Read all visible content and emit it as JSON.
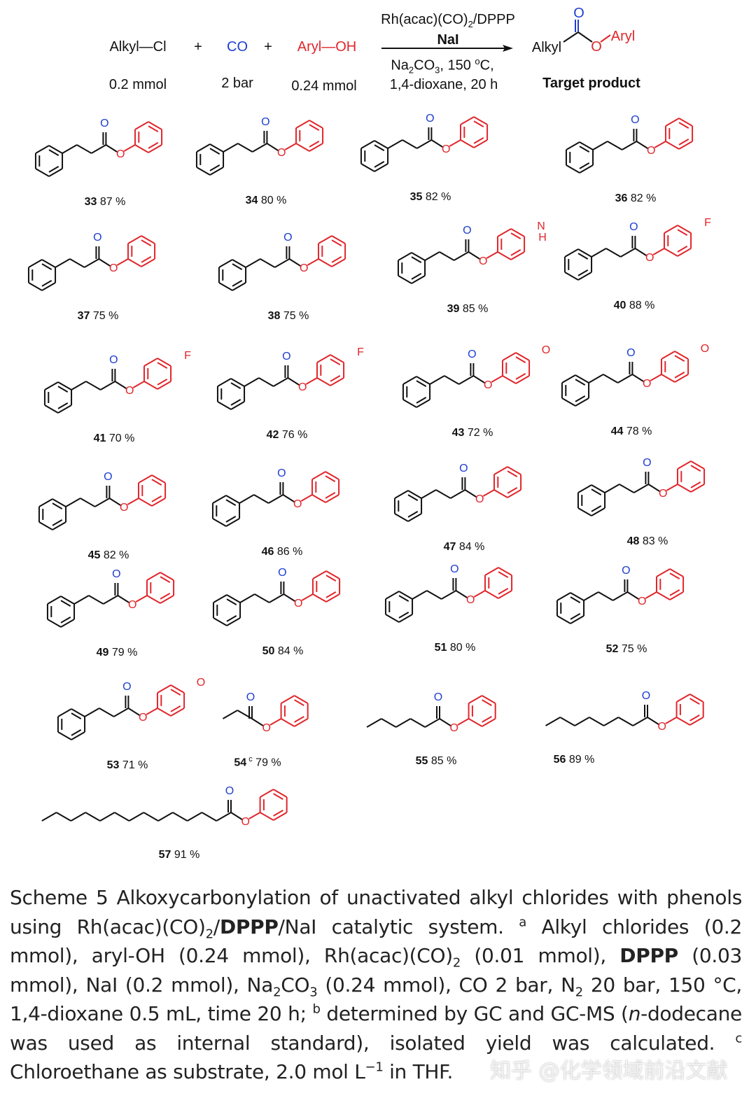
{
  "colors": {
    "aryl": "#e0262b",
    "co": "#1f3fd0",
    "skeleton": "#111111"
  },
  "reaction": {
    "reactant1": "Alkyl—Cl",
    "plus1": "+",
    "reactant2": "CO",
    "plus2": "+",
    "reactant3": "Aryl—OH",
    "amount1": "0.2 mmol",
    "amount2": "2 bar",
    "amount3": "0.24 mmol",
    "catalyst": "Rh(acac)(CO)",
    "catalyst_sub": "2",
    "catalyst_tail": "/DPPP",
    "additive": "NaI",
    "base": "Na",
    "base_sub": "2",
    "base_mid": "CO",
    "base_sub2": "3",
    "base_tail": ", 150 ",
    "temp_sup": "o",
    "temp_unit": "C,",
    "solvent": "1,4-dioxane, 20 h",
    "product_alkyl": "Alkyl",
    "product_o_carbonyl": "O",
    "product_o_ester": "O",
    "product_aryl": "Aryl",
    "product_label": "Target product"
  },
  "compounds": [
    {
      "id": "33",
      "yield": "87 %",
      "kind": "ph"
    },
    {
      "id": "34",
      "yield": "80 %",
      "kind": "ph"
    },
    {
      "id": "35",
      "yield": "82 %",
      "kind": "ph"
    },
    {
      "id": "36",
      "yield": "82 %",
      "kind": "ph"
    },
    {
      "id": "37",
      "yield": "75 %",
      "kind": "ph"
    },
    {
      "id": "38",
      "yield": "75 %",
      "kind": "ph"
    },
    {
      "id": "39",
      "yield": "85 %",
      "kind": "ph",
      "atoms": [
        "N",
        "H"
      ]
    },
    {
      "id": "40",
      "yield": "88 %",
      "kind": "ph",
      "atoms": [
        "F"
      ]
    },
    {
      "id": "41",
      "yield": "70 %",
      "kind": "ph",
      "atoms": [
        "F"
      ]
    },
    {
      "id": "42",
      "yield": "76 %",
      "kind": "ph",
      "atoms": [
        "F"
      ]
    },
    {
      "id": "43",
      "yield": "72 %",
      "kind": "ph",
      "atoms": [
        "O"
      ]
    },
    {
      "id": "44",
      "yield": "78 %",
      "kind": "ph",
      "atoms": [
        "O"
      ]
    },
    {
      "id": "45",
      "yield": "82 %",
      "kind": "ph"
    },
    {
      "id": "46",
      "yield": "86 %",
      "kind": "ph"
    },
    {
      "id": "47",
      "yield": "84 %",
      "kind": "ph"
    },
    {
      "id": "48",
      "yield": "83 %",
      "kind": "ph"
    },
    {
      "id": "49",
      "yield": "79 %",
      "kind": "ph"
    },
    {
      "id": "50",
      "yield": "84 %",
      "kind": "ph"
    },
    {
      "id": "51",
      "yield": "80 %",
      "kind": "ph"
    },
    {
      "id": "52",
      "yield": "75 %",
      "kind": "ph"
    },
    {
      "id": "53",
      "yield": "71 %",
      "kind": "ph",
      "atoms": [
        "O"
      ]
    },
    {
      "id": "54",
      "note": "c",
      "yield": "79 %",
      "kind": "alkyl",
      "chain": 2
    },
    {
      "id": "55",
      "yield": "85 %",
      "kind": "alkyl",
      "chain": 5
    },
    {
      "id": "56",
      "yield": "89 %",
      "kind": "alkyl",
      "chain": 7
    },
    {
      "id": "57",
      "yield": "91 %",
      "kind": "alkyl",
      "chain": 13
    }
  ],
  "caption": [
    {
      "t": "Scheme 5  "
    },
    {
      "t": "Alkoxycarbonylation of unactivated alkyl chlorides with phenols using Rh(acac)(CO)"
    },
    {
      "t": "2",
      "sub": true
    },
    {
      "t": "/"
    },
    {
      "t": "DPPP",
      "b": true
    },
    {
      "t": "/NaI catalytic system. "
    },
    {
      "t": "a",
      "sup": true
    },
    {
      "t": " Alkyl chlorides (0.2 mmol), aryl-OH (0.24 mmol), Rh(acac)(CO)"
    },
    {
      "t": "2",
      "sub": true
    },
    {
      "t": " (0.01 mmol), "
    },
    {
      "t": "DPPP",
      "b": true
    },
    {
      "t": " (0.03 mmol), NaI (0.2 mmol), Na"
    },
    {
      "t": "2",
      "sub": true
    },
    {
      "t": "CO"
    },
    {
      "t": "3",
      "sub": true
    },
    {
      "t": " (0.24 mmol), CO 2 bar, N"
    },
    {
      "t": "2",
      "sub": true
    },
    {
      "t": " 20 bar, 150 °C, 1,4-dioxane 0.5 mL, time 20 h; "
    },
    {
      "t": "b",
      "sup": true
    },
    {
      "t": " determined by GC and GC-MS ("
    },
    {
      "t": "n",
      "i": true
    },
    {
      "t": "-dodecane was used as internal standard), isolated yield was calculated. "
    },
    {
      "t": "c",
      "sup": true
    },
    {
      "t": " Chloroethane as substrate, 2.0 mol L"
    },
    {
      "t": "−1",
      "sup": true
    },
    {
      "t": " in THF."
    }
  ],
  "watermark": "知乎 @化学领域前沿文献"
}
